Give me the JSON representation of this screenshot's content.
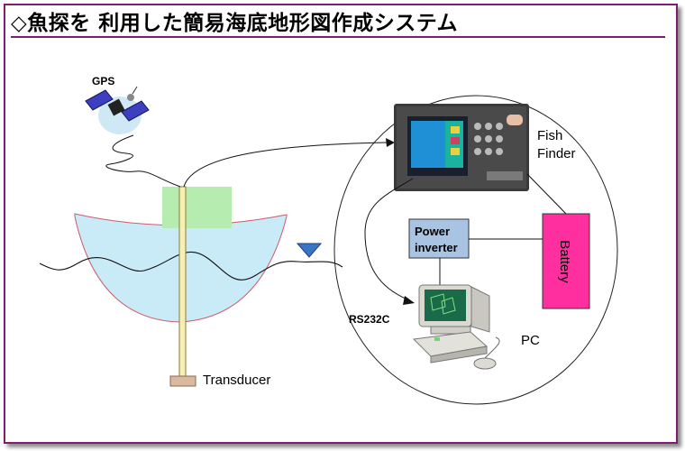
{
  "title": "◇魚探を 利用した簡易海底地形図作成システム",
  "labels": {
    "gps": "GPS",
    "fish_finder_line1": "Fish",
    "fish_finder_line2": "Finder",
    "power_inverter_line1": "Power",
    "power_inverter_line2": "inverter",
    "battery": "Battery",
    "rs232c": "RS232C",
    "pc": "PC",
    "transducer": "Transducer"
  },
  "colors": {
    "frame": "#7d1f6e",
    "water": "#c9ebf8",
    "boat_box": "#b7ecb0",
    "battery": "#ff2fa0",
    "inverter": "#a9c4e3",
    "buoy": "#3a74c4",
    "pole": "#f7f0b0"
  }
}
